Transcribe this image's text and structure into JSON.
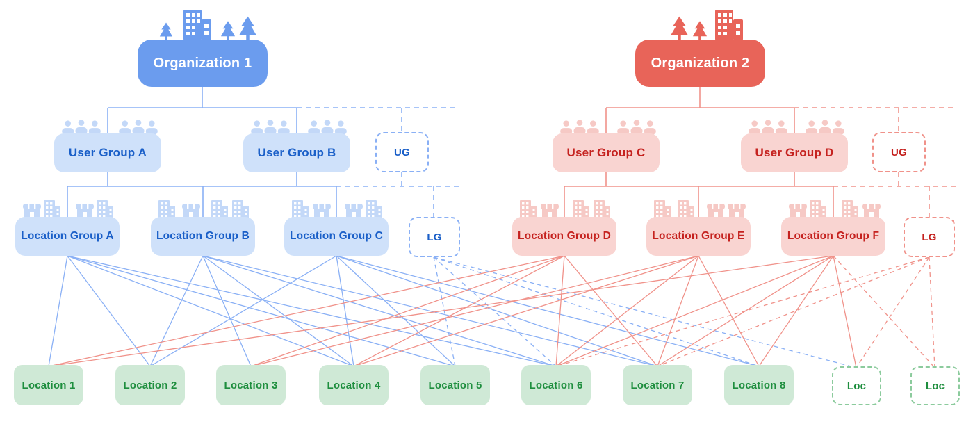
{
  "colors": {
    "blue": "#6b9cee",
    "blue_light": "#cfe1fa",
    "blue_line": "#8ab0f5",
    "blue_text": "#1a5fc8",
    "blue_icon": "#c3d8f8",
    "red": "#e86459",
    "red_light": "#f9d4d1",
    "red_line": "#f0928a",
    "red_text": "#c5221f",
    "red_icon": "#f6c9c5",
    "green_light": "#cfe9d6",
    "green_text": "#1e8e3e",
    "green_border": "#8ccb9d"
  },
  "diagram": {
    "orgs": [
      {
        "label": "Organization 1",
        "color": "blue"
      },
      {
        "label": "Organization 2",
        "color": "red"
      }
    ],
    "user_groups": [
      {
        "label": "User Group A",
        "org": "Organization 1"
      },
      {
        "label": "User Group B",
        "org": "Organization 1"
      },
      {
        "label": "UG",
        "org": "Organization 1",
        "placeholder": true
      },
      {
        "label": "User Group C",
        "org": "Organization 2"
      },
      {
        "label": "User Group D",
        "org": "Organization 2"
      },
      {
        "label": "UG",
        "org": "Organization 2",
        "placeholder": true
      }
    ],
    "location_groups": [
      {
        "label": "Location Group A",
        "org": "Organization 1"
      },
      {
        "label": "Location Group B",
        "org": "Organization 1"
      },
      {
        "label": "Location Group C",
        "org": "Organization 1"
      },
      {
        "label": "LG",
        "org": "Organization 1",
        "placeholder": true
      },
      {
        "label": "Location Group D",
        "org": "Organization 2"
      },
      {
        "label": "Location Group E",
        "org": "Organization 2"
      },
      {
        "label": "Location Group F",
        "org": "Organization 2"
      },
      {
        "label": "LG",
        "org": "Organization 2",
        "placeholder": true
      }
    ],
    "locations": [
      {
        "label": "Location 1"
      },
      {
        "label": "Location 2"
      },
      {
        "label": "Location 3"
      },
      {
        "label": "Location 4"
      },
      {
        "label": "Location 5"
      },
      {
        "label": "Location 6"
      },
      {
        "label": "Location 7"
      },
      {
        "label": "Location 8"
      },
      {
        "label": "Loc",
        "placeholder": true
      },
      {
        "label": "Loc",
        "placeholder": true
      }
    ],
    "edges": [
      {
        "from": "lg_a",
        "to": "loc_1",
        "color": "blue",
        "dashed": false
      },
      {
        "from": "lg_a",
        "to": "loc_2",
        "color": "blue",
        "dashed": false
      },
      {
        "from": "lg_a",
        "to": "loc_4",
        "color": "blue",
        "dashed": false
      },
      {
        "from": "lg_a",
        "to": "loc_5",
        "color": "blue",
        "dashed": false
      },
      {
        "from": "lg_a",
        "to": "loc_6",
        "color": "blue",
        "dashed": false
      },
      {
        "from": "lg_b",
        "to": "loc_2",
        "color": "blue",
        "dashed": false
      },
      {
        "from": "lg_b",
        "to": "loc_3",
        "color": "blue",
        "dashed": false
      },
      {
        "from": "lg_b",
        "to": "loc_4",
        "color": "blue",
        "dashed": false
      },
      {
        "from": "lg_b",
        "to": "loc_6",
        "color": "blue",
        "dashed": false
      },
      {
        "from": "lg_b",
        "to": "loc_7",
        "color": "blue",
        "dashed": false
      },
      {
        "from": "lg_c",
        "to": "loc_2",
        "color": "blue",
        "dashed": false
      },
      {
        "from": "lg_c",
        "to": "loc_4",
        "color": "blue",
        "dashed": false
      },
      {
        "from": "lg_c",
        "to": "loc_5",
        "color": "blue",
        "dashed": false
      },
      {
        "from": "lg_c",
        "to": "loc_7",
        "color": "blue",
        "dashed": false
      },
      {
        "from": "lg_c",
        "to": "loc_8",
        "color": "blue",
        "dashed": false
      },
      {
        "from": "lg_ph_blue",
        "to": "loc_5",
        "color": "blue",
        "dashed": true
      },
      {
        "from": "lg_ph_blue",
        "to": "loc_6",
        "color": "blue",
        "dashed": true
      },
      {
        "from": "lg_ph_blue",
        "to": "loc_8",
        "color": "blue",
        "dashed": true
      },
      {
        "from": "lg_ph_blue",
        "to": "loc_ph_1",
        "color": "blue",
        "dashed": true
      },
      {
        "from": "lg_d",
        "to": "loc_1",
        "color": "red",
        "dashed": false
      },
      {
        "from": "lg_d",
        "to": "loc_3",
        "color": "red",
        "dashed": false
      },
      {
        "from": "lg_d",
        "to": "loc_4",
        "color": "red",
        "dashed": false
      },
      {
        "from": "lg_d",
        "to": "loc_6",
        "color": "red",
        "dashed": false
      },
      {
        "from": "lg_d",
        "to": "loc_7",
        "color": "red",
        "dashed": false
      },
      {
        "from": "lg_e",
        "to": "loc_3",
        "color": "red",
        "dashed": false
      },
      {
        "from": "lg_e",
        "to": "loc_4",
        "color": "red",
        "dashed": false
      },
      {
        "from": "lg_e",
        "to": "loc_6",
        "color": "red",
        "dashed": false
      },
      {
        "from": "lg_e",
        "to": "loc_7",
        "color": "red",
        "dashed": false
      },
      {
        "from": "lg_e",
        "to": "loc_8",
        "color": "red",
        "dashed": false
      },
      {
        "from": "lg_f",
        "to": "loc_1",
        "color": "red",
        "dashed": false
      },
      {
        "from": "lg_f",
        "to": "loc_6",
        "color": "red",
        "dashed": false
      },
      {
        "from": "lg_f",
        "to": "loc_7",
        "color": "red",
        "dashed": false
      },
      {
        "from": "lg_f",
        "to": "loc_8",
        "color": "red",
        "dashed": false
      },
      {
        "from": "lg_f",
        "to": "loc_ph_1",
        "color": "red",
        "dashed": false
      },
      {
        "from": "lg_f",
        "to": "loc_ph_2",
        "color": "red",
        "dashed": true
      },
      {
        "from": "lg_ph_red",
        "to": "loc_6",
        "color": "red",
        "dashed": true
      },
      {
        "from": "lg_ph_red",
        "to": "loc_7",
        "color": "red",
        "dashed": true
      },
      {
        "from": "lg_ph_red",
        "to": "loc_ph_1",
        "color": "red",
        "dashed": true
      },
      {
        "from": "lg_ph_red",
        "to": "loc_ph_2",
        "color": "red",
        "dashed": true
      }
    ]
  }
}
